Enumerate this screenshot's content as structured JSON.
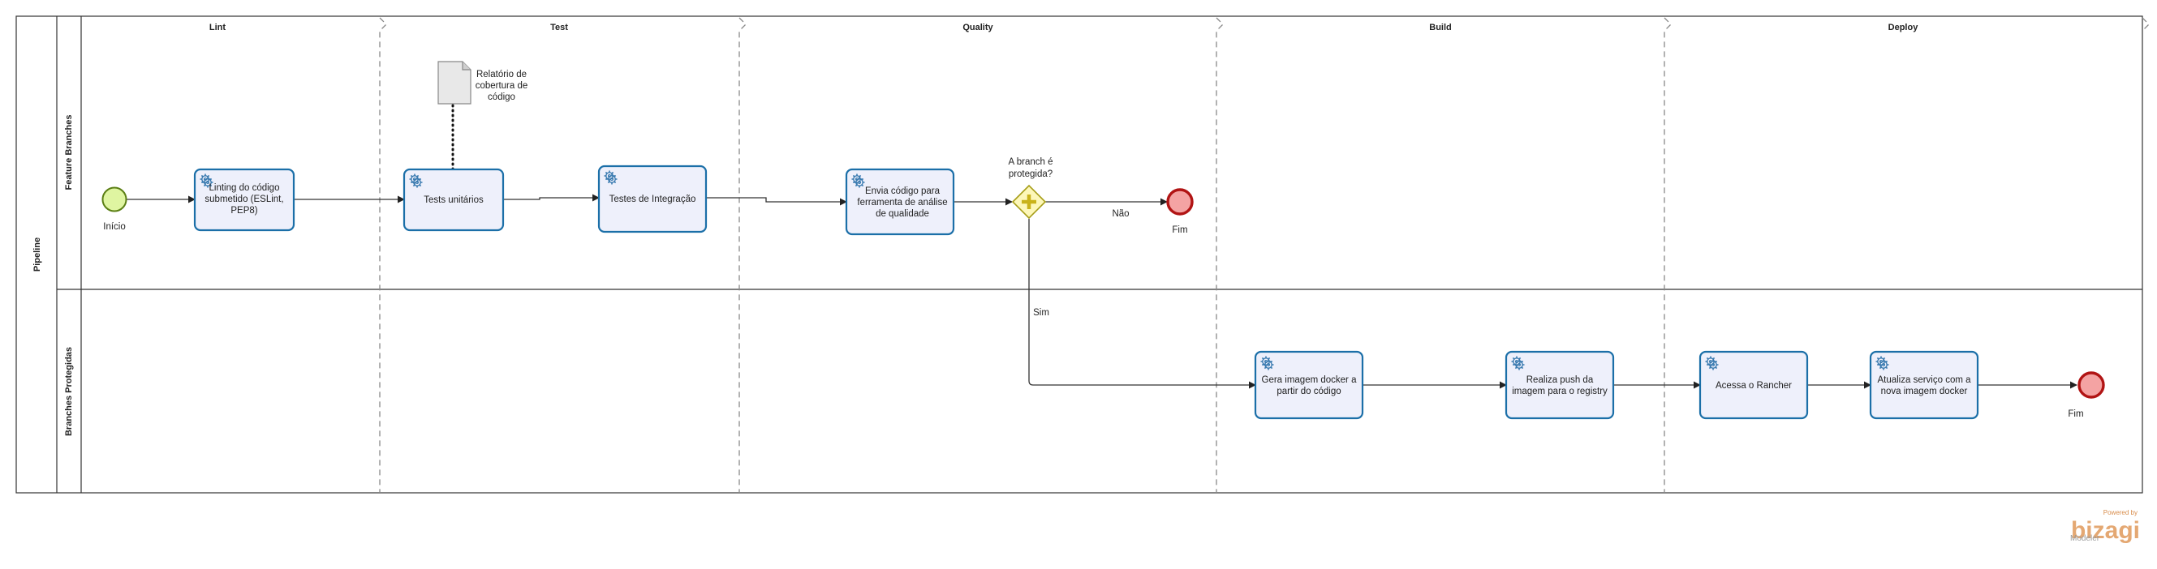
{
  "pool": {
    "label": "Pipeline"
  },
  "lanes": [
    {
      "id": "feature",
      "label": "Feature Branches"
    },
    {
      "id": "protected",
      "label": "Branches Protegidas"
    }
  ],
  "phases": [
    {
      "id": "lint",
      "label": "Lint"
    },
    {
      "id": "test",
      "label": "Test"
    },
    {
      "id": "quality",
      "label": "Quality"
    },
    {
      "id": "build",
      "label": "Build"
    },
    {
      "id": "deploy",
      "label": "Deploy"
    }
  ],
  "events": {
    "start": {
      "label": "Início"
    },
    "end_feature": {
      "label": "Fim"
    },
    "end_protected": {
      "label": "Fim"
    }
  },
  "tasks": [
    {
      "id": "lint_task",
      "lines": [
        "Linting do código",
        "submetido (ESLint,",
        "PEP8)"
      ]
    },
    {
      "id": "unit_tests",
      "lines": [
        "Tests unitários"
      ]
    },
    {
      "id": "integration_tests",
      "lines": [
        "Testes de Integração"
      ]
    },
    {
      "id": "quality_task",
      "lines": [
        "Envia código para",
        "ferramenta de análise",
        "de qualidade"
      ]
    },
    {
      "id": "build_image",
      "lines": [
        "Gera imagem docker a",
        "partir do código"
      ]
    },
    {
      "id": "push_image",
      "lines": [
        "Realiza push da",
        "imagem para o registry"
      ]
    },
    {
      "id": "rancher",
      "lines": [
        "Acessa o Rancher"
      ]
    },
    {
      "id": "update_service",
      "lines": [
        "Atualiza serviço com a",
        "nova imagem docker"
      ]
    }
  ],
  "artifact": {
    "lines": [
      "Relatório de",
      "cobertura de",
      "código"
    ]
  },
  "gateway": {
    "lines": [
      "A branch é",
      "protegida?"
    ]
  },
  "flows": {
    "no_label": "Não",
    "yes_label": "Sim"
  },
  "branding": {
    "powered_by": "Powered by",
    "name": "bizagi",
    "product": "Modeler"
  },
  "colors": {
    "task_fill": "#eef0fb",
    "task_stroke": "#1b6fa8",
    "start_fill": "#dff5a1",
    "start_stroke": "#5b7f14",
    "end_fill": "#f4a3a3",
    "end_stroke": "#b11414",
    "gateway_fill": "#fdf7b9",
    "gateway_stroke": "#a69d17",
    "gateway_plus": "#c9b21a",
    "line": "#333333"
  }
}
